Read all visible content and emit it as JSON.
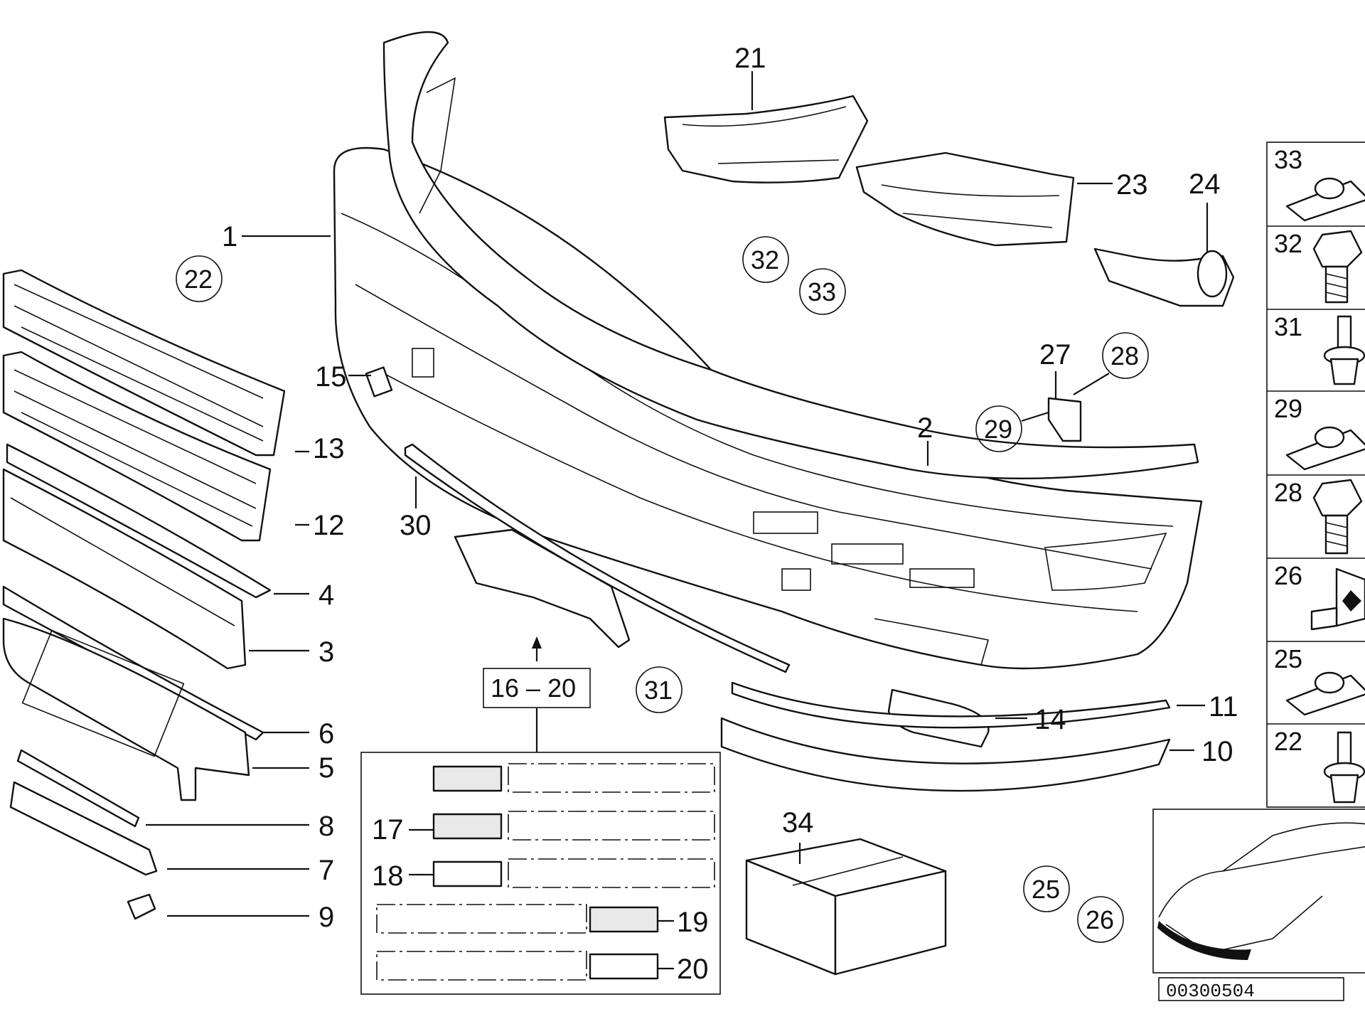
{
  "labels": {
    "l1": "1",
    "l2": "2",
    "l3": "3",
    "l4": "4",
    "l5": "5",
    "l6": "6",
    "l7": "7",
    "l8": "8",
    "l9": "9",
    "l10": "10",
    "l11": "11",
    "l12": "12",
    "l13": "13",
    "l14": "14",
    "l15": "15",
    "l17": "17",
    "l18": "18",
    "l19": "19",
    "l20": "20",
    "l21": "21",
    "l23": "23",
    "l24": "24",
    "l27": "27",
    "l30": "30",
    "l34": "34",
    "range": "16 – 20"
  },
  "circled": {
    "c22": "22",
    "c28": "28",
    "c29": "29",
    "c31": "31",
    "c32": "32",
    "c33": "33",
    "c25": "25",
    "c26": "26"
  },
  "fasteners": [
    {
      "num": "33",
      "icon": "clip-nut-icon"
    },
    {
      "num": "32",
      "icon": "hex-bolt-icon"
    },
    {
      "num": "31",
      "icon": "expanding-rivet-icon"
    },
    {
      "num": "29",
      "icon": "clip-nut-icon"
    },
    {
      "num": "28",
      "icon": "hex-bolt-icon"
    },
    {
      "num": "26",
      "icon": "bracket-nut-icon"
    },
    {
      "num": "25",
      "icon": "clip-nut-icon"
    },
    {
      "num": "22",
      "icon": "expanding-rivet-icon"
    }
  ],
  "caption": "00300504"
}
